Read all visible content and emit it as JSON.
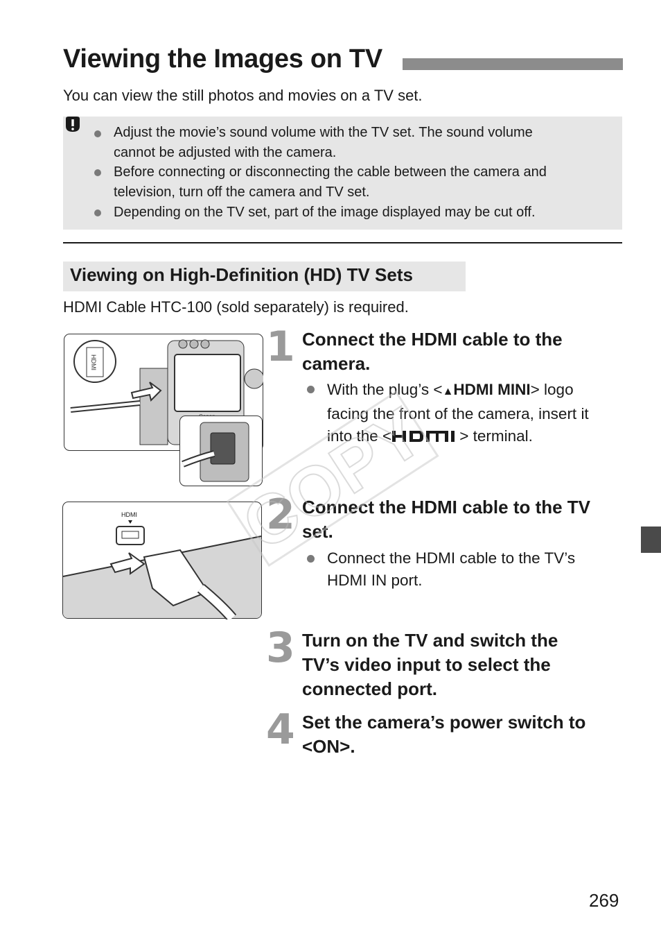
{
  "title": "Viewing the Images on TV",
  "intro": "You can view the still photos and movies on a TV set.",
  "caution": {
    "icon": "caution-icon",
    "items": [
      "Adjust the movie’s sound volume with the TV set. The sound volume",
      "cannot be adjusted with the camera.",
      "Before connecting or disconnecting the cable between the camera and",
      "television, turn off the camera and TV set.",
      "Depending on the TV set, part of the image displayed may be cut off."
    ]
  },
  "section": {
    "title": "Viewing on High-Definition (HD) TV Sets",
    "requirement": "HDMI Cable HTC-100 (sold separately) is required."
  },
  "steps": [
    {
      "number": "1",
      "heading_lines": [
        "Connect the HDMI cable to the",
        "camera."
      ],
      "bullet": {
        "l1_pre": "With the plug’s <",
        "l1_arrow": "▲",
        "l1_bold": "HDMI MINI",
        "l1_post": "> logo",
        "l2": "facing the front of the camera, insert it",
        "l3_pre": "into the <",
        "l3_post": "> terminal."
      }
    },
    {
      "number": "2",
      "heading_lines": [
        "Connect the HDMI cable to the TV",
        "set."
      ],
      "bullet_lines": [
        "Connect the HDMI cable to the TV’s",
        "HDMI IN port."
      ]
    },
    {
      "number": "3",
      "heading_lines": [
        "Turn on the TV and switch the",
        "TV’s video input to select the",
        "connected port."
      ]
    },
    {
      "number": "4",
      "heading_lines": [
        "Set the camera’s power switch to",
        "<ON>."
      ]
    }
  ],
  "illustrations": {
    "hdmi_label": "HDMI",
    "camera_brand": "Canon"
  },
  "watermark": "COPY",
  "page_number": "269",
  "colors": {
    "gray_box": "#e6e6e6",
    "title_bar": "#8c8c8c",
    "step_number": "#9a9a9a",
    "tab": "#4a4a4a"
  }
}
